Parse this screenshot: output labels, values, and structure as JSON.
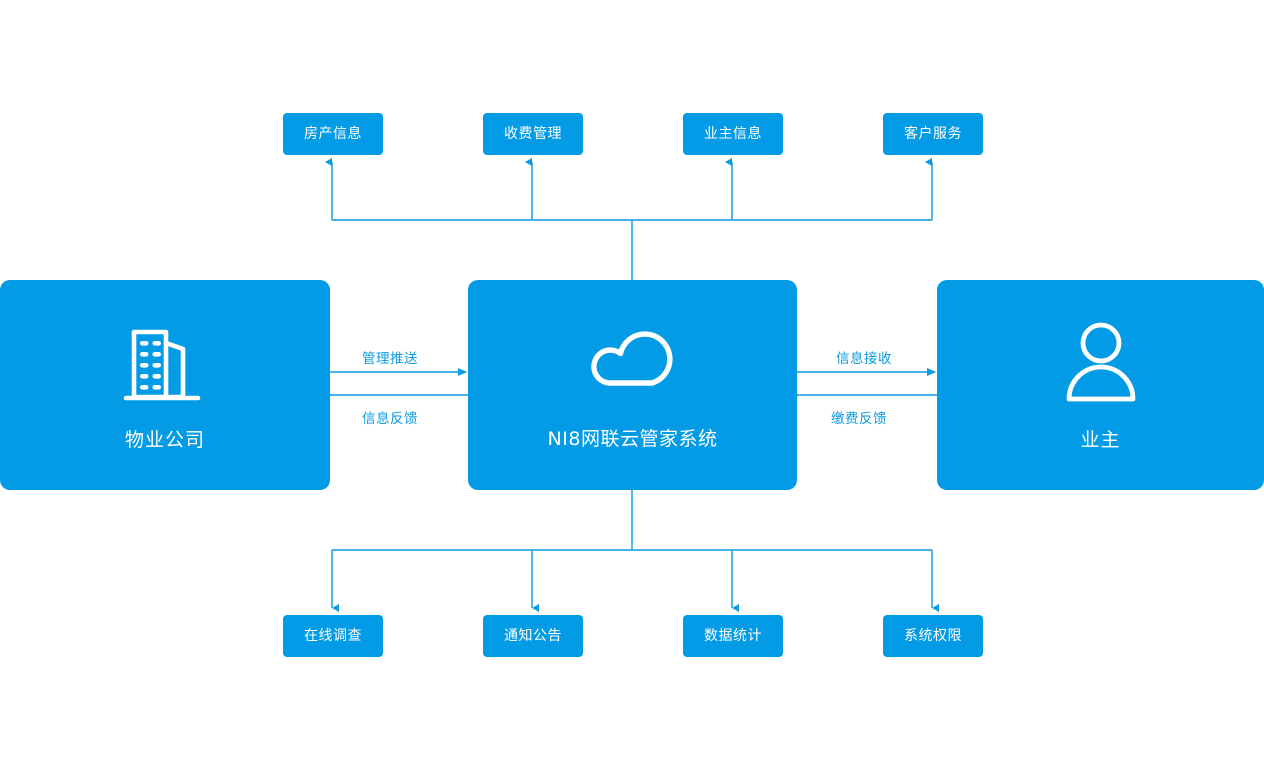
{
  "theme": {
    "node_fill": "#039BE5",
    "line_color": "#0C9AE0",
    "label_color": "#0C9AE0",
    "node_text_color": "#FFFFFF",
    "background": "#FFFFFF"
  },
  "diagram": {
    "title": "NI8网联云管家系统",
    "center_node": {
      "label": "NI8网联云管家系统",
      "icon": "cloud-icon"
    },
    "left_node": {
      "label": "物业公司",
      "icon": "building-icon"
    },
    "right_node": {
      "label": "业主",
      "icon": "person-icon"
    },
    "top_nodes": [
      {
        "label": "房产信息"
      },
      {
        "label": "收费管理"
      },
      {
        "label": "业主信息"
      },
      {
        "label": "客户服务"
      }
    ],
    "bottom_nodes": [
      {
        "label": "在线调查"
      },
      {
        "label": "通知公告"
      },
      {
        "label": "数据统计"
      },
      {
        "label": "系统权限"
      }
    ],
    "edge_labels": {
      "left_upper": "管理推送",
      "left_lower": "信息反馈",
      "right_upper": "信息接收",
      "right_lower": "缴费反馈"
    }
  }
}
